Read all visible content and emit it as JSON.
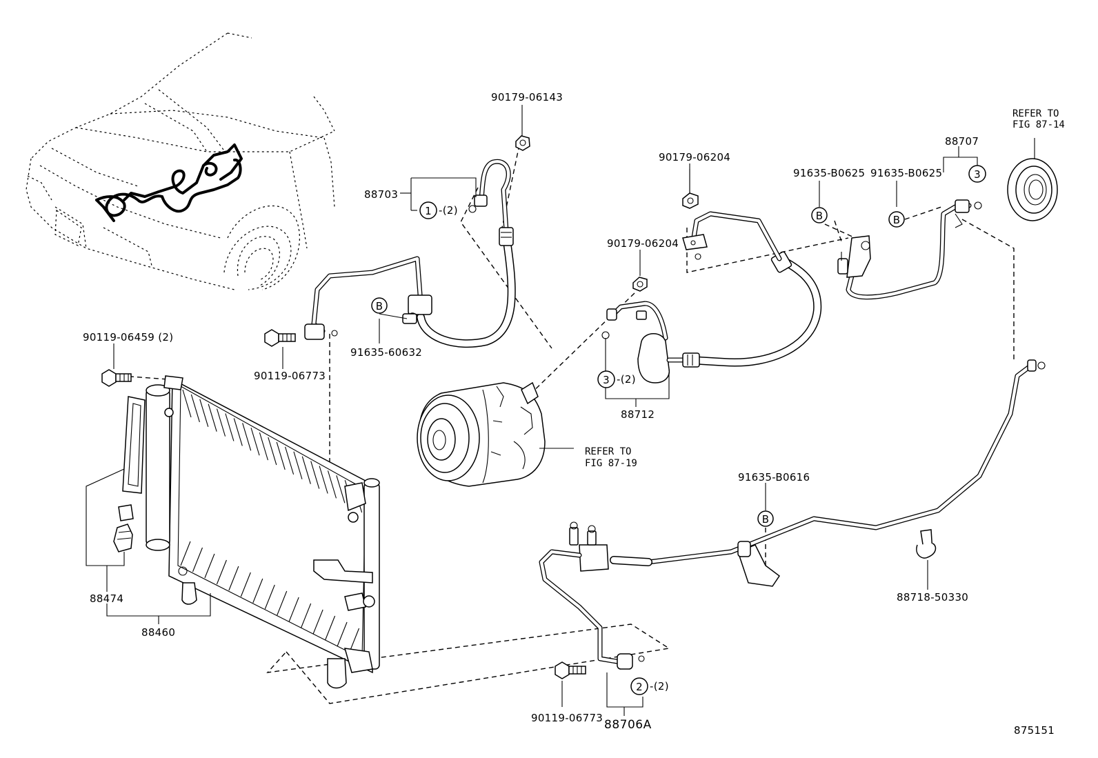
{
  "parts": {
    "p90179_06143": "90179-06143",
    "p88703": "88703",
    "p90179_06204_a": "90179-06204",
    "p90179_06204_b": "90179-06204",
    "p91635_b0625_a": "91635-B0625",
    "p91635_b0625_b": "91635-B0625",
    "p88707": "88707",
    "p90119_06459": "90119-06459 (2)",
    "p90119_06773_a": "90119-06773",
    "p91635_60632": "91635-60632",
    "p88712": "88712",
    "p91635_b0616": "91635-B0616",
    "p88474": "88474",
    "p88460": "88460",
    "p88718_50330": "88718-50330",
    "p90119_06773_b": "90119-06773",
    "p88706a": "88706A"
  },
  "refs": {
    "ref_87_14_line1": "REFER TO",
    "ref_87_14_line2": "FIG 87-14",
    "ref_87_19_line1": "REFER TO",
    "ref_87_19_line2": "FIG 87-19"
  },
  "callouts": {
    "circle_1": "1",
    "circle_1_qty": "-(2)",
    "circle_2": "2",
    "circle_2_qty": "-(2)",
    "circle_3a": "3",
    "circle_3a_qty": "-(2)",
    "circle_3b": "3",
    "b_marker": "B"
  },
  "diagram_number": "875151"
}
